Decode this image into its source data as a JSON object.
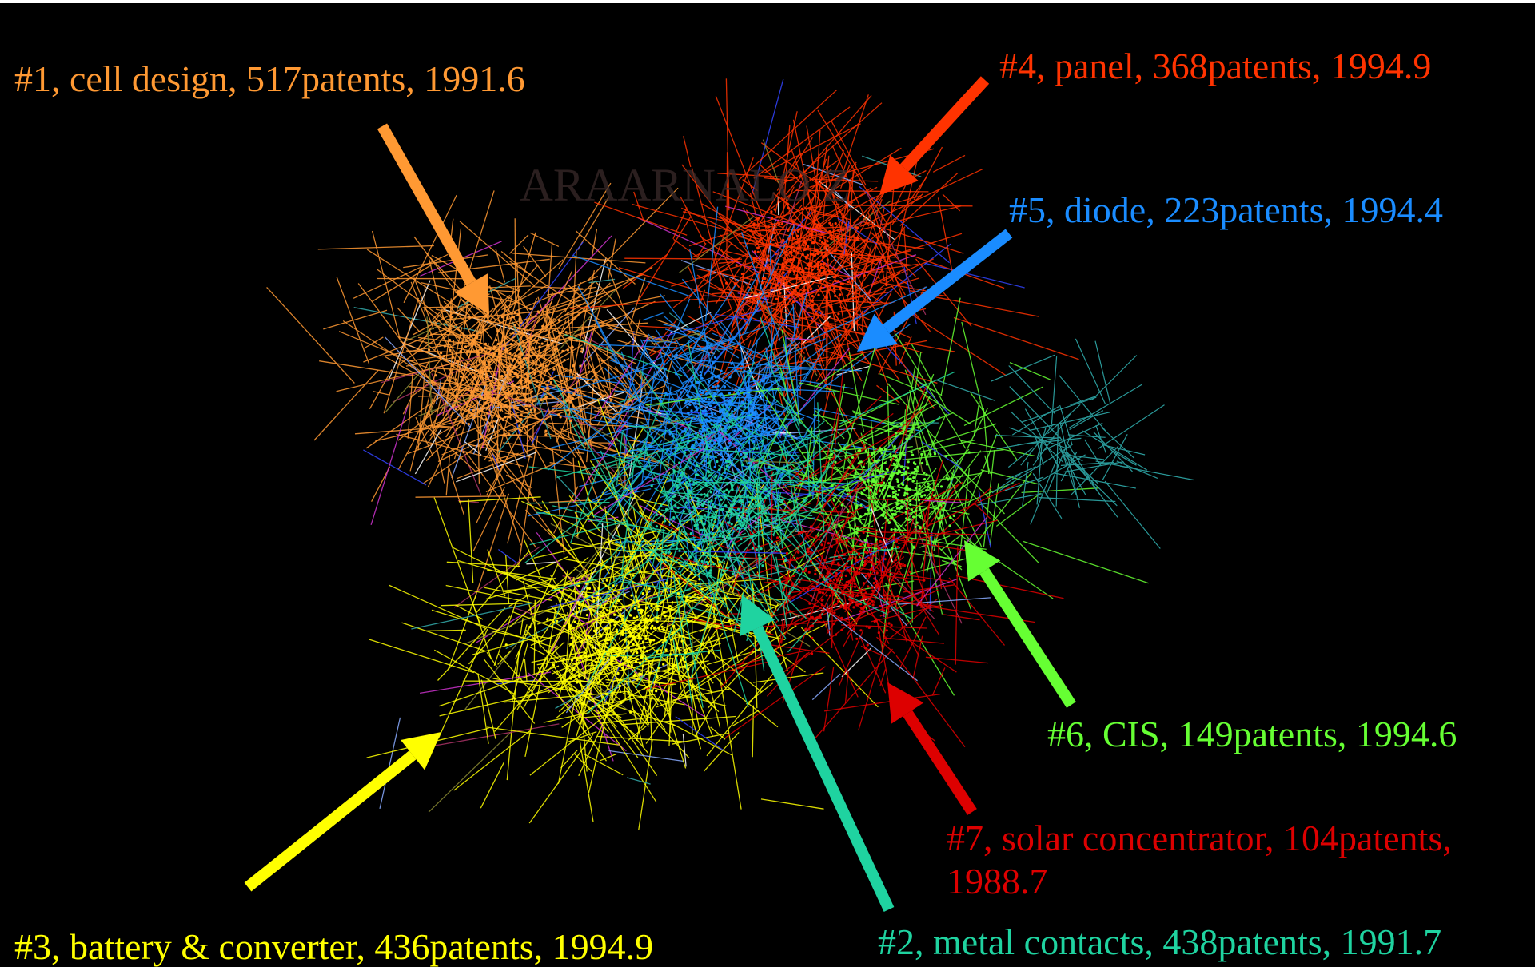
{
  "figure": {
    "background": "#000000",
    "faint_overlay_text": "ARAARNALO Z",
    "clusters": [
      {
        "id": "c1",
        "text": "#1, cell design, 517patents, 1991.6",
        "color": "#ff9933"
      },
      {
        "id": "c2",
        "text": "#2, metal contacts, 438patents, 1991.7",
        "color": "#1fd3a0"
      },
      {
        "id": "c3",
        "text": "#3, battery & converter, 436patents, 1994.9",
        "color": "#ffff00"
      },
      {
        "id": "c4",
        "text": "#4, panel, 368patents, 1994.9",
        "color": "#ff3300"
      },
      {
        "id": "c5",
        "text": "#5, diode, 223patents, 1994.4",
        "color": "#1a8cff"
      },
      {
        "id": "c6",
        "text": "#6, CIS, 149patents, 1994.6",
        "color": "#66ff33"
      },
      {
        "id": "c7",
        "text": "#7, solar concentrator, 104patents, 1988.7",
        "color": "#dd0000"
      }
    ]
  }
}
